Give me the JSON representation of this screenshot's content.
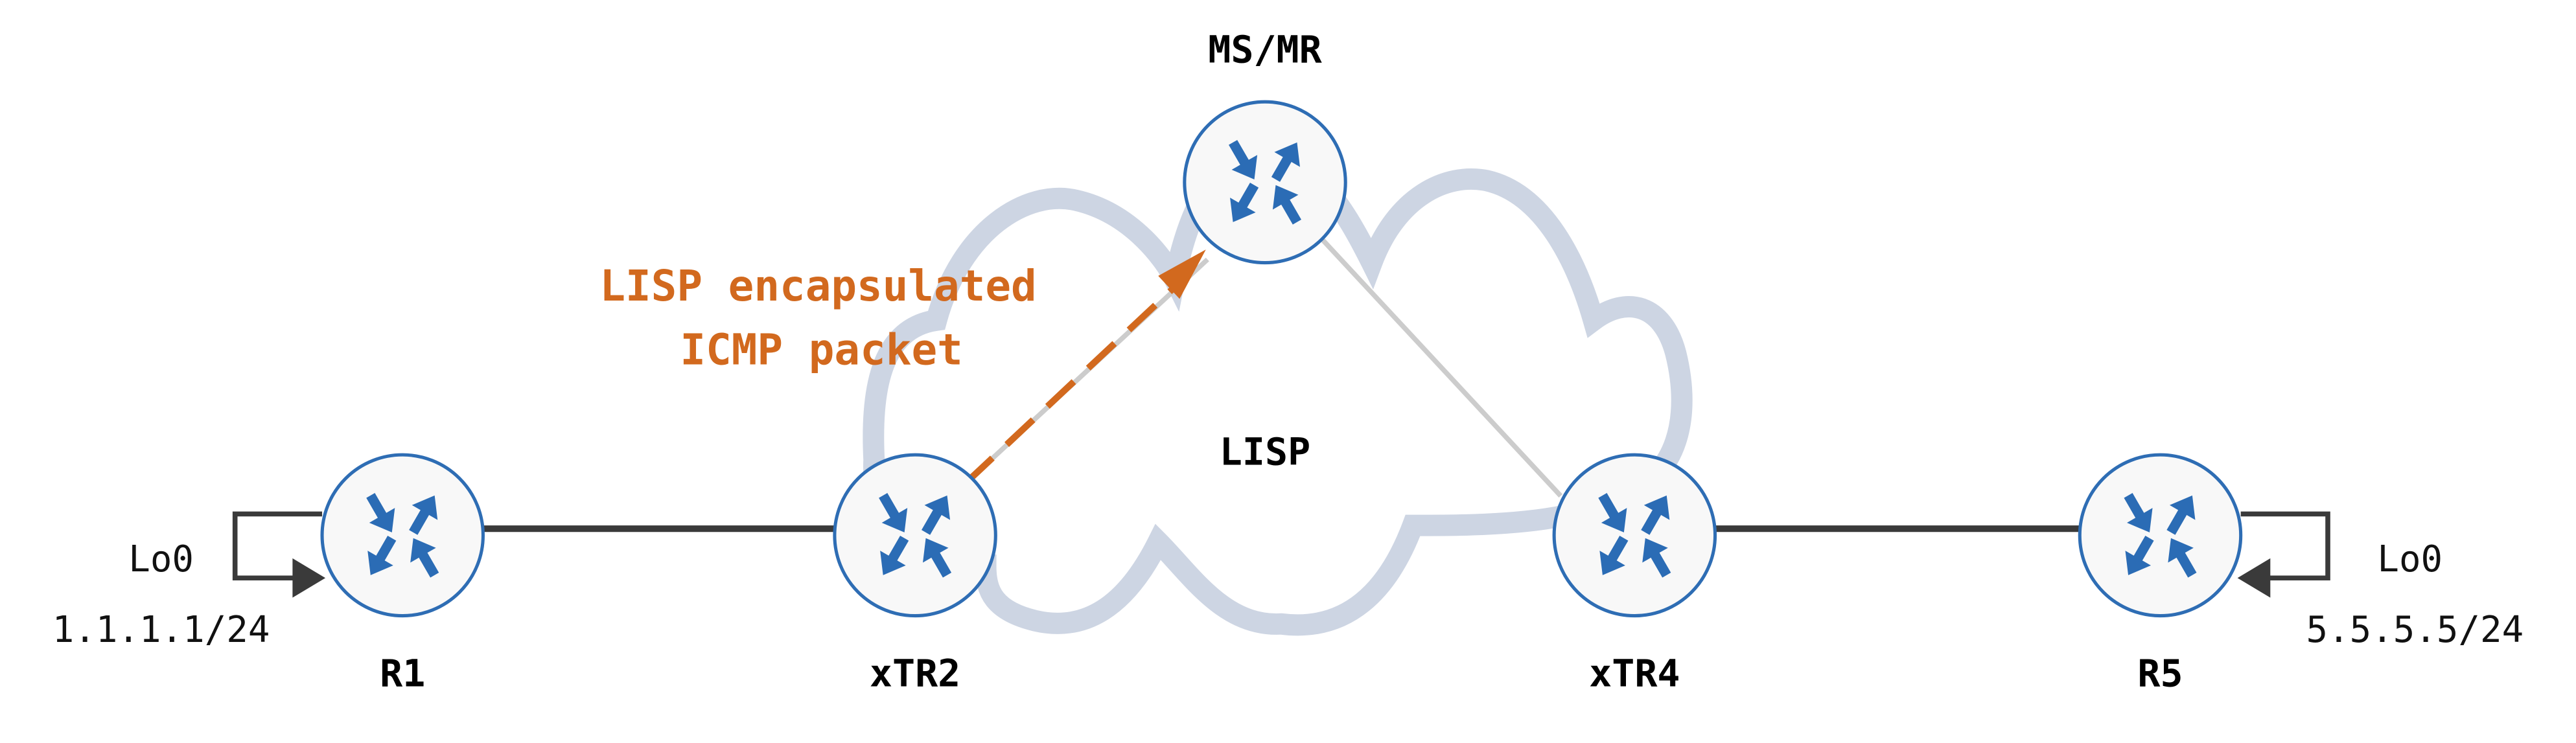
{
  "colors": {
    "router_icon": "#2b6cb5",
    "router_fill": "#f8f8f8",
    "cloud": "#cdd5e3",
    "link": "#3a3a3a",
    "control_link": "#cccccc",
    "encap_flow": "#d2691e"
  },
  "cloud": {
    "label": "LISP"
  },
  "routers": {
    "r1": {
      "name": "R1",
      "icon": "router-icon"
    },
    "xtr2": {
      "name": "xTR2",
      "icon": "router-icon"
    },
    "msmr": {
      "name": "MS/MR",
      "icon": "router-icon"
    },
    "xtr4": {
      "name": "xTR4",
      "icon": "router-icon"
    },
    "r5": {
      "name": "R5",
      "icon": "router-icon"
    }
  },
  "loopbacks": {
    "r1": {
      "interface": "Lo0",
      "address": "1.1.1.1/24"
    },
    "r5": {
      "interface": "Lo0",
      "address": "5.5.5.5/24"
    }
  },
  "annotation": {
    "line1": "LISP encapsulated",
    "line2": "ICMP packet"
  }
}
